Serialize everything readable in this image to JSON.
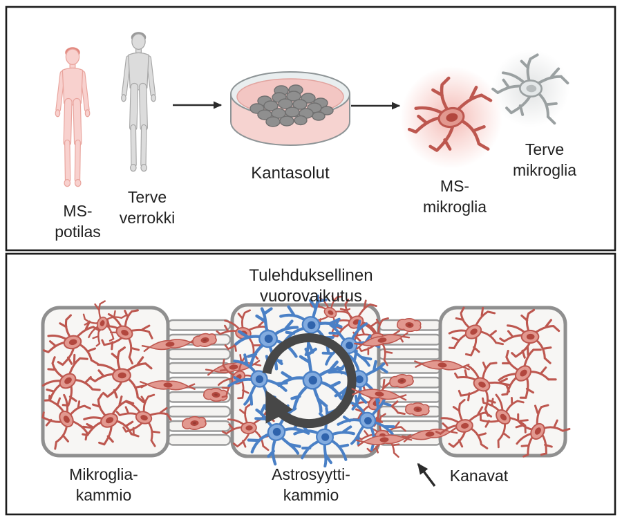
{
  "top_panel": {
    "ms_patient": {
      "line1": "MS-",
      "line2": "potilas"
    },
    "healthy_control": {
      "line1": "Terve",
      "line2": "verrokki"
    },
    "stem_cells_label": "Kantasolut",
    "ms_microglia": {
      "line1": "MS-",
      "line2": "mikroglia"
    },
    "healthy_microglia": {
      "line1": "Terve",
      "line2": "mikroglia"
    }
  },
  "bottom_panel": {
    "title": {
      "line1": "Tulehduksellinen",
      "line2": "vuorovaikutus"
    },
    "microglia_chamber_label": {
      "line1": "Mikroglia-",
      "line2": "kammio"
    },
    "astrocyte_chamber_label": {
      "line1": "Astrosyytti-",
      "line2": "kammio"
    },
    "channels_label": "Kanavat"
  },
  "icons": {
    "flow_arrow": "→",
    "cycle_arrow": "↻",
    "channels_pointer": "↖"
  },
  "colors": {
    "panel_border": "#1c1c1c",
    "patient_pink_fill": "#f8d1ce",
    "patient_pink_outline": "#e9a49d",
    "patient_pink_hair": "#e2887f",
    "control_gray_fill": "#dcdcdc",
    "control_gray_outline": "#a6a6a6",
    "control_gray_hair": "#999999",
    "ms_red_fill": "#e2988f",
    "ms_red_outline": "#bd574f",
    "ms_red_nucleus": "#b2473e",
    "healthy_gray_fill": "#e4e8e9",
    "healthy_gray_outline": "#9aa0a1",
    "healthy_gray_nucleus": "#b7bcbd",
    "astro_line": "#4a80c6",
    "astro_fill": "#82abdf",
    "astro_nucleus": "#2f63ac",
    "chamber_fill": "#f7f6f4",
    "chamber_border": "#8f8f8f",
    "slat_fill": "#f4f3f1",
    "slat_border": "#9a9a9a",
    "dish_glass": "#e9eeef",
    "dish_media": "#f3c6c3",
    "dish_wall": "#f6d3d0",
    "dish_outline": "#8d9496",
    "stem_cell_fill": "#8f8f8f",
    "stem_cell_outline": "#6f6f6f",
    "flow_arrow": "#2b2b2b",
    "cycle_arrow": "#474747"
  }
}
